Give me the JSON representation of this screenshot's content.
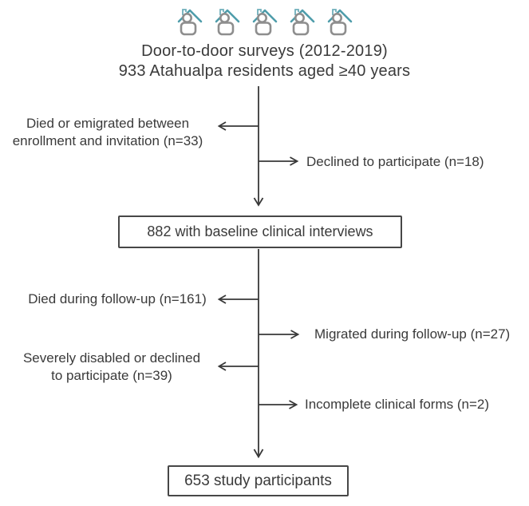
{
  "header": {
    "icon_name": "house-person-icon",
    "icon_count": 5,
    "title_line1": "Door-to-door surveys (2012-2019)",
    "title_line2": "933 Atahualpa residents aged ≥40 years"
  },
  "flow": {
    "boxes": [
      {
        "id": "baseline-interviews",
        "label": "882 with baseline clinical interviews",
        "n": 882
      },
      {
        "id": "study-participants",
        "label": "653 study participants",
        "n": 653
      }
    ],
    "exclusions": [
      {
        "side": "left",
        "label": "Died or emigrated between enrollment and invitation (n=33)",
        "n": 33
      },
      {
        "side": "right",
        "label": "Declined to participate (n=18)",
        "n": 18
      },
      {
        "side": "left",
        "label": "Died during follow-up (n=161)",
        "n": 161
      },
      {
        "side": "right",
        "label": "Migrated during follow-up (n=27)",
        "n": 27
      },
      {
        "side": "left",
        "label": "Severely disabled or declined to participate (n=39)",
        "n": 39
      },
      {
        "side": "right",
        "label": "Incomplete clinical forms (n=2)",
        "n": 2
      }
    ]
  },
  "colors": {
    "roof_teal": "#4f9dab",
    "person_gray": "#8e8e8e",
    "line_color": "#383838",
    "text_color": "#3a3a3a"
  }
}
